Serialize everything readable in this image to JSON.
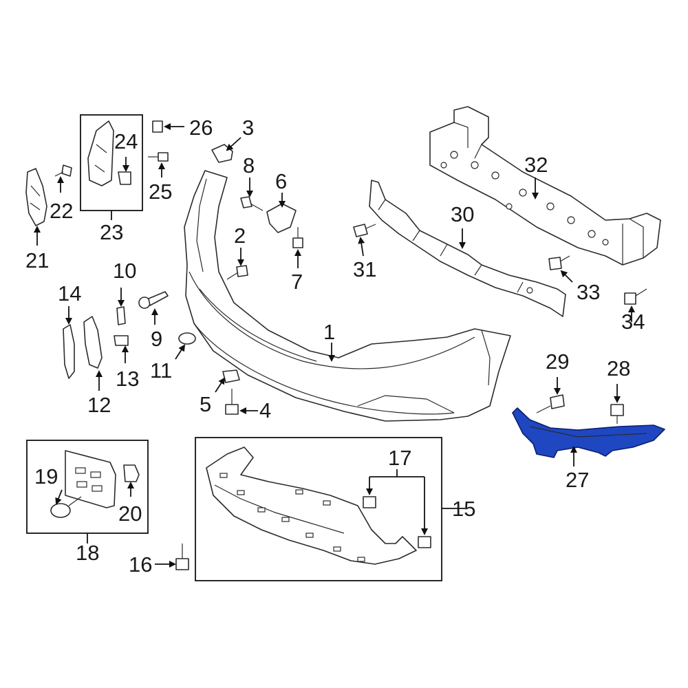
{
  "diagram": {
    "highlight_color": "#1f47c2",
    "line_color": "#2a2a2a",
    "callouts": [
      {
        "id": "1",
        "text": "1"
      },
      {
        "id": "2",
        "text": "2"
      },
      {
        "id": "3",
        "text": "3"
      },
      {
        "id": "4",
        "text": "4"
      },
      {
        "id": "5",
        "text": "5"
      },
      {
        "id": "6",
        "text": "6"
      },
      {
        "id": "7",
        "text": "7"
      },
      {
        "id": "8",
        "text": "8"
      },
      {
        "id": "9",
        "text": "9"
      },
      {
        "id": "10",
        "text": "10"
      },
      {
        "id": "11",
        "text": "11"
      },
      {
        "id": "12",
        "text": "12"
      },
      {
        "id": "13",
        "text": "13"
      },
      {
        "id": "14",
        "text": "14"
      },
      {
        "id": "15",
        "text": "15"
      },
      {
        "id": "16",
        "text": "16"
      },
      {
        "id": "17",
        "text": "17"
      },
      {
        "id": "18",
        "text": "18"
      },
      {
        "id": "19",
        "text": "19"
      },
      {
        "id": "20",
        "text": "20"
      },
      {
        "id": "21",
        "text": "21"
      },
      {
        "id": "22",
        "text": "22"
      },
      {
        "id": "23",
        "text": "23"
      },
      {
        "id": "24",
        "text": "24"
      },
      {
        "id": "25",
        "text": "25"
      },
      {
        "id": "26",
        "text": "26"
      },
      {
        "id": "27",
        "text": "27"
      },
      {
        "id": "28",
        "text": "28"
      },
      {
        "id": "29",
        "text": "29"
      },
      {
        "id": "30",
        "text": "30"
      },
      {
        "id": "31",
        "text": "31"
      },
      {
        "id": "32",
        "text": "32"
      },
      {
        "id": "33",
        "text": "33"
      },
      {
        "id": "34",
        "text": "34"
      }
    ]
  }
}
